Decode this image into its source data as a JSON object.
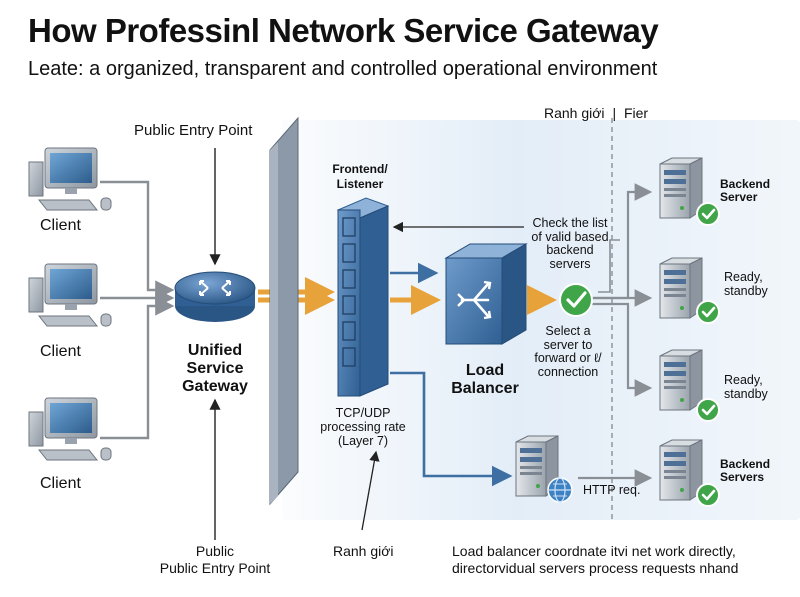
{
  "header": {
    "title": "How Professinl Network Service Gateway",
    "subtitle": "Leate: a organized, transparent and controlled operational environment"
  },
  "clients": [
    {
      "label": "Client"
    },
    {
      "label": "Client"
    },
    {
      "label": "Client"
    }
  ],
  "labels": {
    "public_entry_top": "Public Entry Point",
    "gateway_line1": "Unified",
    "gateway_line2": "Service",
    "gateway_line3": "Gateway",
    "frontend_line1": "Frontend/",
    "frontend_line2": "Listener",
    "tcp_line1": "TCP/UDP",
    "tcp_line2": "processing rate",
    "tcp_line3": "(Layer 7)",
    "lb_line1": "Load",
    "lb_line2": "Balancer",
    "check_line1": "Check the list",
    "check_line2": "of valid based",
    "check_line3": "backend",
    "check_line4": "servers",
    "select_line1": "Select a",
    "select_line2": "server to",
    "select_line3": "forward or ℓ/",
    "select_line4": "connection",
    "http_req": "HTTP req.",
    "boundary_top": "Ranh giới",
    "boundary_sep": "|",
    "boundary_right": "Fier",
    "bottom_public_line1": "Public",
    "bottom_public_line2": "Public Entry Point",
    "bottom_boundary": "Ranh giới",
    "bottom_note_line1": "Load balancer coordnate itvi net work directly,",
    "bottom_note_line2": "directorvidual servers process requests nhand"
  },
  "servers": [
    {
      "line1": "Backend",
      "line2": "Server",
      "bold": true
    },
    {
      "line1": "Ready,",
      "line2": "standby",
      "bold": false
    },
    {
      "line1": "Ready,",
      "line2": "standby",
      "bold": false
    },
    {
      "line1": "Backend",
      "line2": "Servers",
      "bold": true
    }
  ],
  "colors": {
    "accent_blue": "#3d6fa3",
    "flow_orange": "#e8a23a",
    "check_green": "#3fa548",
    "line_gray": "#8a8f96",
    "wall_gray": "#8c99a8"
  },
  "icons": [
    "desktop-computer-icon",
    "router-icon",
    "switch-stack-icon",
    "load-balancer-icon",
    "check-circle-icon",
    "server-tower-icon",
    "globe-icon"
  ]
}
